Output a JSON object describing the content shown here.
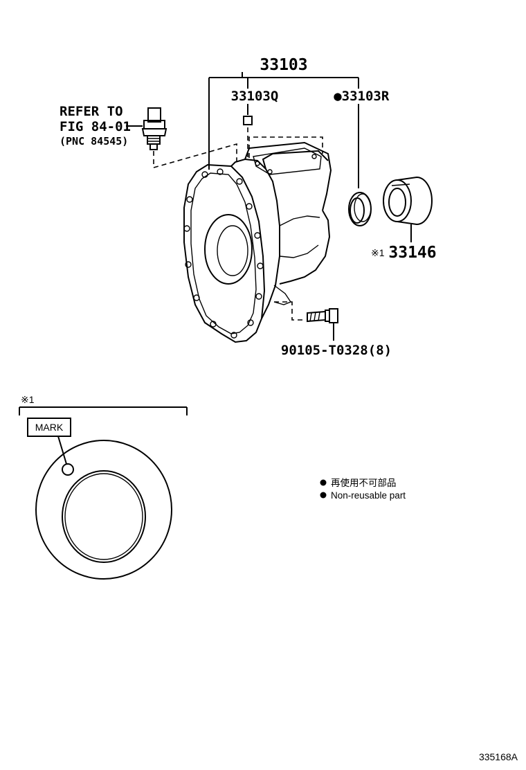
{
  "diagram": {
    "parts": {
      "main_housing": "33103",
      "plug": "33103Q",
      "oil_seal": "33103R",
      "oil_seal_marker": "●",
      "bearing": "33146",
      "bearing_note": "※1",
      "bolt": "90105-T0328(8)"
    },
    "sensor_reference": {
      "line1": "REFER TO",
      "line2": "FIG 84-01",
      "line3": "(PNC 84545)"
    },
    "detail": {
      "note_symbol": "※1",
      "mark_label": "MARK"
    },
    "legend": {
      "bullet": "●",
      "japanese": "再使用不可部品",
      "english": "Non-reusable part"
    },
    "figure_id": "335168A"
  }
}
